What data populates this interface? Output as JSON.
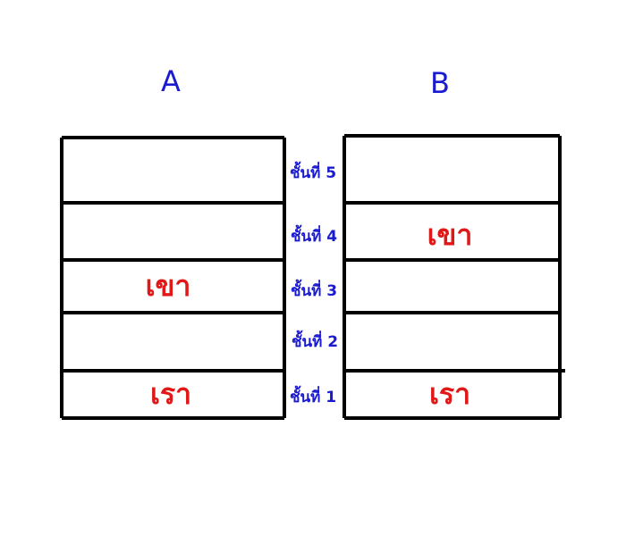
{
  "buildings": [
    {
      "id": "A",
      "title": "A",
      "occupants": {
        "1": "เรา",
        "3": "เขา"
      }
    },
    {
      "id": "B",
      "title": "B",
      "occupants": {
        "1": "เรา",
        "4": "เขา"
      }
    }
  ],
  "floor_labels": [
    "ชั้นที่ 1",
    "ชั้นที่ 2",
    "ชั้นที่ 3",
    "ชั้นที่ 4",
    "ชั้นที่ 5"
  ],
  "colors": {
    "title": "#1a1ad0",
    "floor_label": "#1a1ad0",
    "occupant": "#e01818",
    "lines": "#000000"
  }
}
